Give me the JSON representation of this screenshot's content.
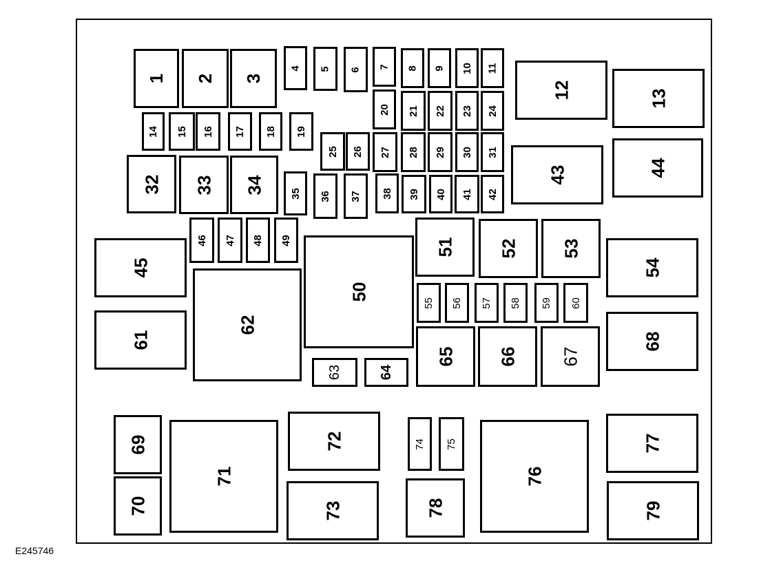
{
  "diagram_code": "E245746",
  "fuses": [
    "1",
    "2",
    "3",
    "4",
    "5",
    "6",
    "7",
    "8",
    "9",
    "10",
    "11",
    "12",
    "13",
    "14",
    "15",
    "16",
    "17",
    "18",
    "19",
    "20",
    "21",
    "22",
    "23",
    "24",
    "25",
    "26",
    "27",
    "28",
    "29",
    "30",
    "31",
    "32",
    "33",
    "34",
    "35",
    "36",
    "37",
    "38",
    "39",
    "40",
    "41",
    "42",
    "43",
    "44",
    "45",
    "46",
    "47",
    "48",
    "49",
    "50",
    "51",
    "52",
    "53",
    "54",
    "55",
    "56",
    "57",
    "58",
    "59",
    "60",
    "61",
    "62",
    "63",
    "64",
    "65",
    "66",
    "67",
    "68",
    "69",
    "70",
    "71",
    "72",
    "73",
    "74",
    "75",
    "76",
    "77",
    "78",
    "79"
  ],
  "colors": {
    "line": "#000000",
    "background": "#ffffff"
  }
}
